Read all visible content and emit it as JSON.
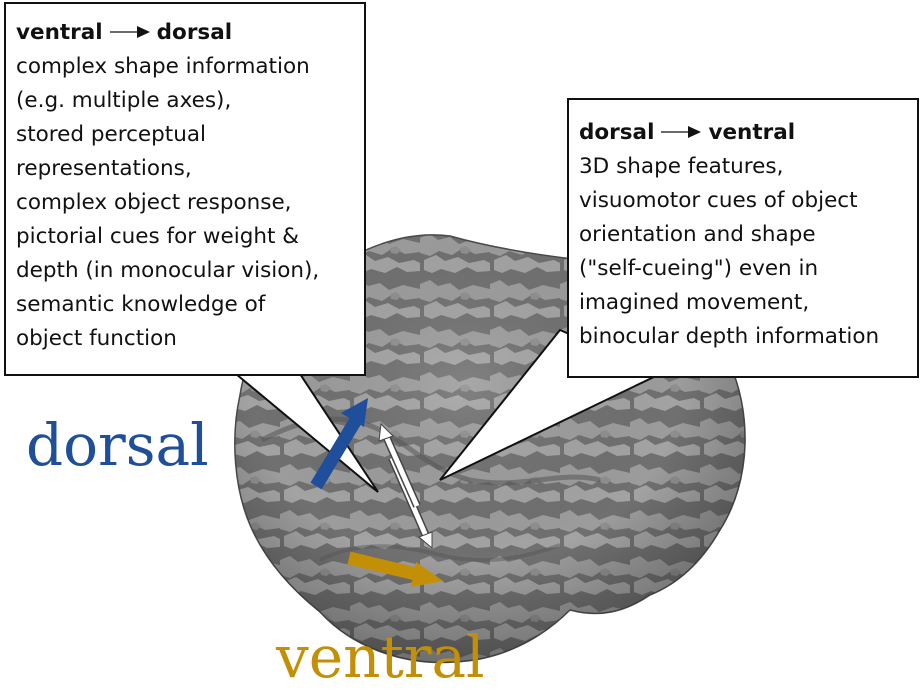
{
  "colors": {
    "dorsal": "#1f4e9a",
    "ventral": "#c38f07",
    "brain_dark": "#6e6e6e",
    "brain_light": "#9a9a9a",
    "callout_border": "#111111"
  },
  "callout_left": {
    "from": "ventral",
    "to": "dorsal",
    "lines": [
      "complex shape information",
      "(e.g. multiple axes),",
      "stored perceptual",
      "representations,",
      "complex object response,",
      "pictorial cues for weight &",
      "depth (in monocular vision),",
      "semantic knowledge of",
      "object function"
    ]
  },
  "callout_right": {
    "from": "dorsal",
    "to": "ventral",
    "lines": [
      "3D shape features,",
      "visuomotor cues of object",
      "orientation and shape",
      "(\"self-cueing\") even in",
      "imagined movement,",
      "binocular depth information"
    ]
  },
  "labels": {
    "dorsal": "dorsal",
    "ventral": "ventral"
  }
}
